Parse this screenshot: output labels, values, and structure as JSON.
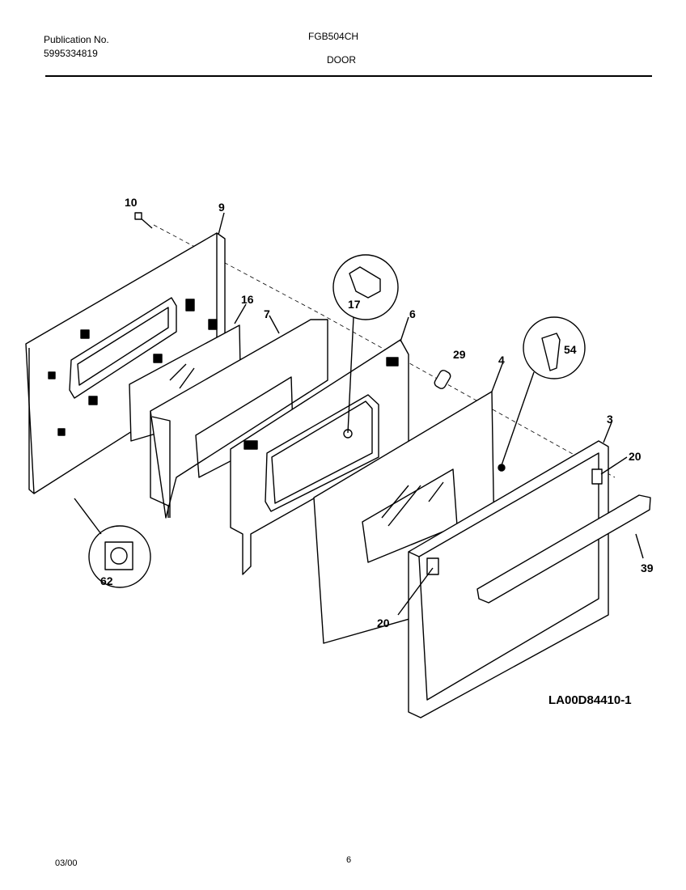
{
  "header": {
    "publication_label": "Publication No.",
    "publication_number": "5995334819",
    "model": "FGB504CH",
    "section": "DOOR"
  },
  "diagram": {
    "callouts": [
      "10",
      "9",
      "16",
      "7",
      "17",
      "6",
      "29",
      "4",
      "54",
      "3",
      "20",
      "39",
      "62",
      "20"
    ],
    "code": "LA00D84410-1"
  },
  "footer": {
    "date": "03/00",
    "page": "6"
  }
}
